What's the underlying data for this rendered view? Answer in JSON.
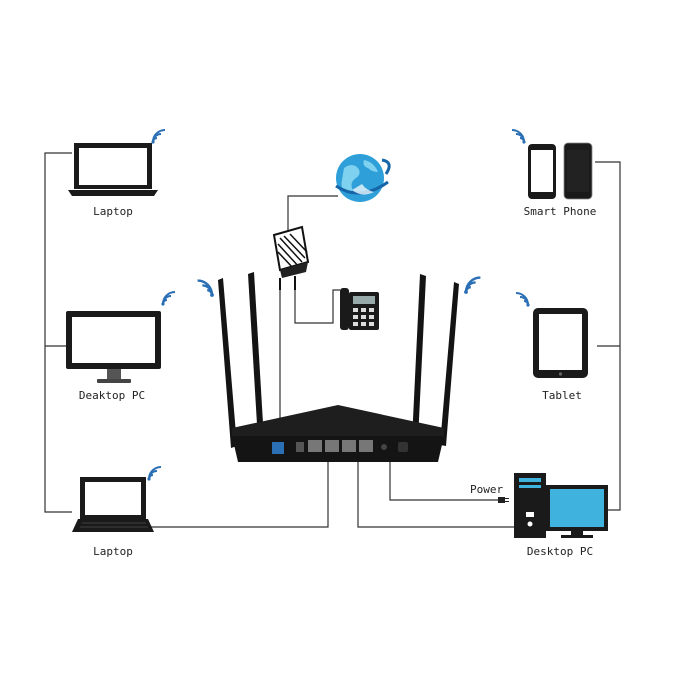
{
  "devices": {
    "laptop_top": {
      "label": "Laptop"
    },
    "desktop_left": {
      "label": "Deaktop PC"
    },
    "laptop_bottom": {
      "label": "Laptop"
    },
    "smartphone": {
      "label": "Smart Phone"
    },
    "tablet": {
      "label": "Tablet"
    },
    "desktop_right": {
      "label": "Desktop PC"
    }
  },
  "power": {
    "label": "Power"
  },
  "colors": {
    "router": "#141414",
    "line": "#333333",
    "wifi": "#2b6fb5",
    "screen_blue": "#3fb3dd",
    "globe": "#2e9fd9"
  },
  "icons": [
    "wifi-icon",
    "globe-icon",
    "modem-icon",
    "telephone-icon"
  ]
}
